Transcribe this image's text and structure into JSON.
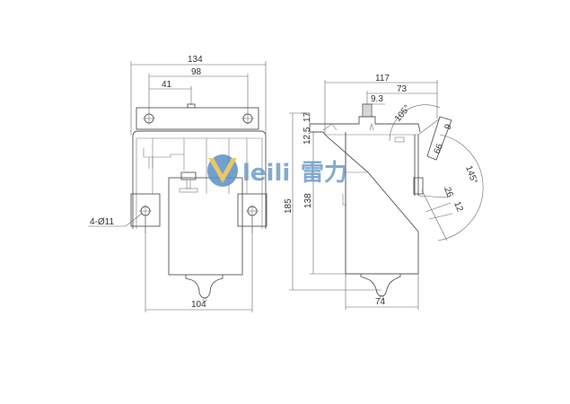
{
  "drawing": {
    "front_view": {
      "dimensions": {
        "overall_width": "134",
        "hole_spacing": "98",
        "shaft_offset": "41",
        "base_width": "104",
        "mounting_holes": "4-Ø11"
      }
    },
    "side_view": {
      "dimensions": {
        "overall_depth": "117",
        "shaft_to_back": "73",
        "shaft_diameter": "9.3",
        "shaft_height": "17",
        "flange_height": "12.5",
        "overall_height": "185",
        "body_height": "138",
        "base_depth": "74",
        "bracket_angle_upper": "105°",
        "bracket_angle_lower": "145°",
        "bracket_length": "66",
        "bracket_width": "9",
        "slot_length": "26",
        "slot_width": "12"
      }
    },
    "logo": {
      "brand_latin": "leili",
      "brand_chinese": "雷力",
      "colors": {
        "blue": "#5b8fc4",
        "yellow": "#f0c860"
      }
    }
  }
}
